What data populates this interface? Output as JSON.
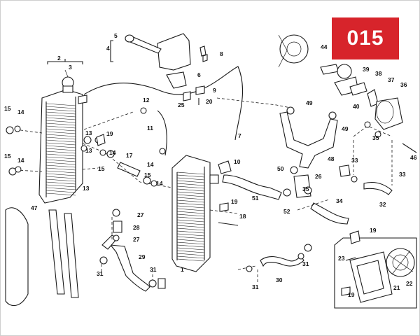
{
  "badge": {
    "text": "015",
    "color": "#d7242b"
  },
  "labels": [
    "1",
    "2",
    "3",
    "4",
    "5",
    "6",
    "7",
    "8",
    "9",
    "10",
    "11",
    "12",
    "13",
    "14",
    "15",
    "17",
    "18",
    "19",
    "20",
    "21",
    "22",
    "23",
    "25",
    "26",
    "27",
    "28",
    "29",
    "30",
    "31",
    "32",
    "33",
    "34",
    "35",
    "36",
    "37",
    "38",
    "39",
    "40",
    "44",
    "46",
    "47",
    "48",
    "49",
    "50",
    "51",
    "52"
  ]
}
